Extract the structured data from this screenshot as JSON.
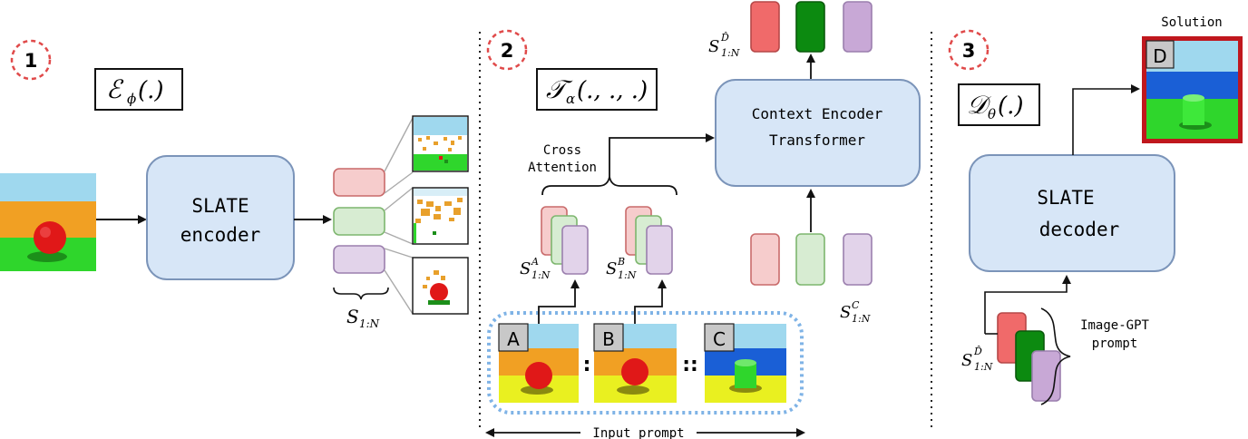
{
  "steps": [
    {
      "number": "1",
      "operator": "ℰ",
      "operator_sub": "ϕ",
      "operator_args": "(.)"
    },
    {
      "number": "2",
      "operator": "𝒯",
      "operator_sub": "α",
      "operator_args": "(., ., .)"
    },
    {
      "number": "3",
      "operator": "𝒟",
      "operator_sub": "θ",
      "operator_args": "(.)"
    }
  ],
  "encoder": {
    "line1": "SLATE",
    "line2": "encoder"
  },
  "decoder": {
    "line1": "SLATE",
    "line2": "decoder"
  },
  "transformer": {
    "line1": "Context Encoder",
    "line2": "Transformer"
  },
  "slot_labels": {
    "s_all": {
      "base": "S",
      "sub": "1:N",
      "sup": ""
    },
    "s_a": {
      "base": "S",
      "sub": "1:N",
      "sup": "A"
    },
    "s_b": {
      "base": "S",
      "sub": "1:N",
      "sup": "B"
    },
    "s_c": {
      "base": "S",
      "sub": "1:N",
      "sup": "C"
    },
    "s_d_top": {
      "base": "S",
      "sub": "1:N",
      "sup": "D̂"
    },
    "s_d_bottom": {
      "base": "S",
      "sub": "1:N",
      "sup": "D̂"
    }
  },
  "cross_attention": {
    "line1": "Cross",
    "line2": "Attention"
  },
  "prompt_images": [
    "A",
    "B",
    "C"
  ],
  "separators": [
    ":",
    "::"
  ],
  "input_prompt": "Input prompt",
  "image_gpt": {
    "line1": "Image-GPT",
    "line2": "prompt"
  },
  "solution": {
    "title": "Solution",
    "letter": "D"
  },
  "colors": {
    "slot_red_fill": "#f6cccc",
    "slot_red_stroke": "#c96a6a",
    "slot_green_fill": "#d7ecd2",
    "slot_green_stroke": "#7db66e",
    "slot_purple_fill": "#e2d3ea",
    "slot_purple_stroke": "#9b7fae",
    "block_fill": "#d7e6f7",
    "block_stroke": "#7b94b9",
    "dashed_circle": "#e04a4a",
    "prompt_border": "#7fb3e6",
    "solution_border": "#c0171d",
    "pred_red": "#f06a6a",
    "pred_green": "#0c8a10"
  }
}
